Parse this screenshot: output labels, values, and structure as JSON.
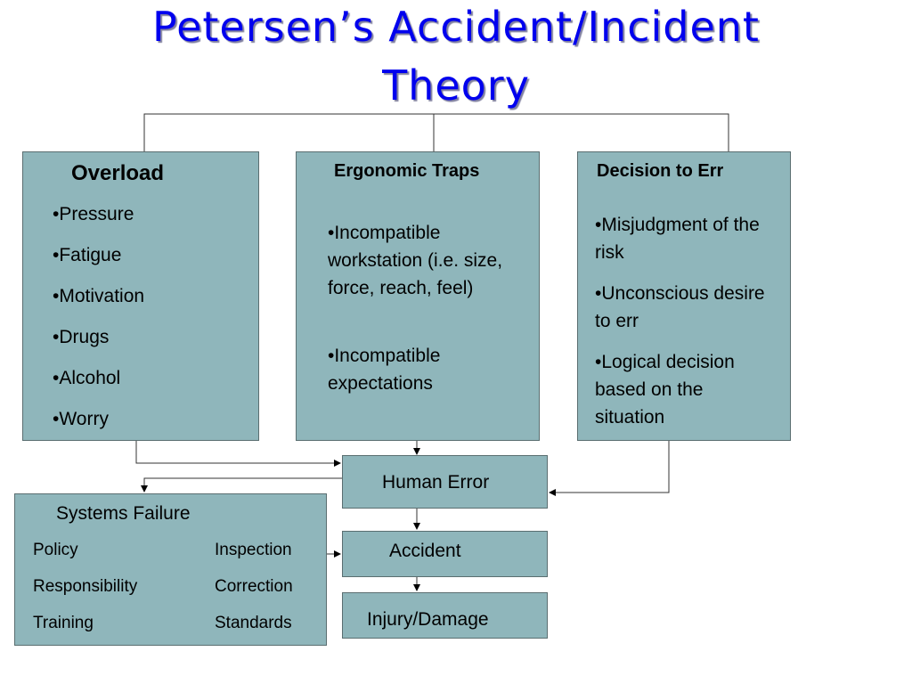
{
  "title_line1": "Petersen’s Accident/Incident",
  "title_line2": "Theory",
  "overload": {
    "header": "Overload",
    "items": [
      "•Pressure",
      "•Fatigue",
      "•Motivation",
      "•Drugs",
      "•Alcohol",
      "•Worry"
    ]
  },
  "ergonomic": {
    "header": "Ergonomic Traps",
    "items": [
      "•Incompatible workstation (i.e. size, force, reach, feel)",
      "•Incompatible expectations"
    ]
  },
  "decision": {
    "header": "Decision to Err",
    "items": [
      "•Misjudgment of the risk",
      "•Unconscious desire to err",
      "•Logical decision based on the situation"
    ]
  },
  "human_error": "Human Error",
  "accident": "Accident",
  "injury": "Injury/Damage",
  "systems": {
    "header": "Systems Failure",
    "left": [
      "Policy",
      "Responsibility",
      "Training"
    ],
    "right": [
      "Inspection",
      "Correction",
      "Standards"
    ]
  },
  "colors": {
    "box_fill": "#8fb6bb",
    "title": "#0000ee"
  }
}
